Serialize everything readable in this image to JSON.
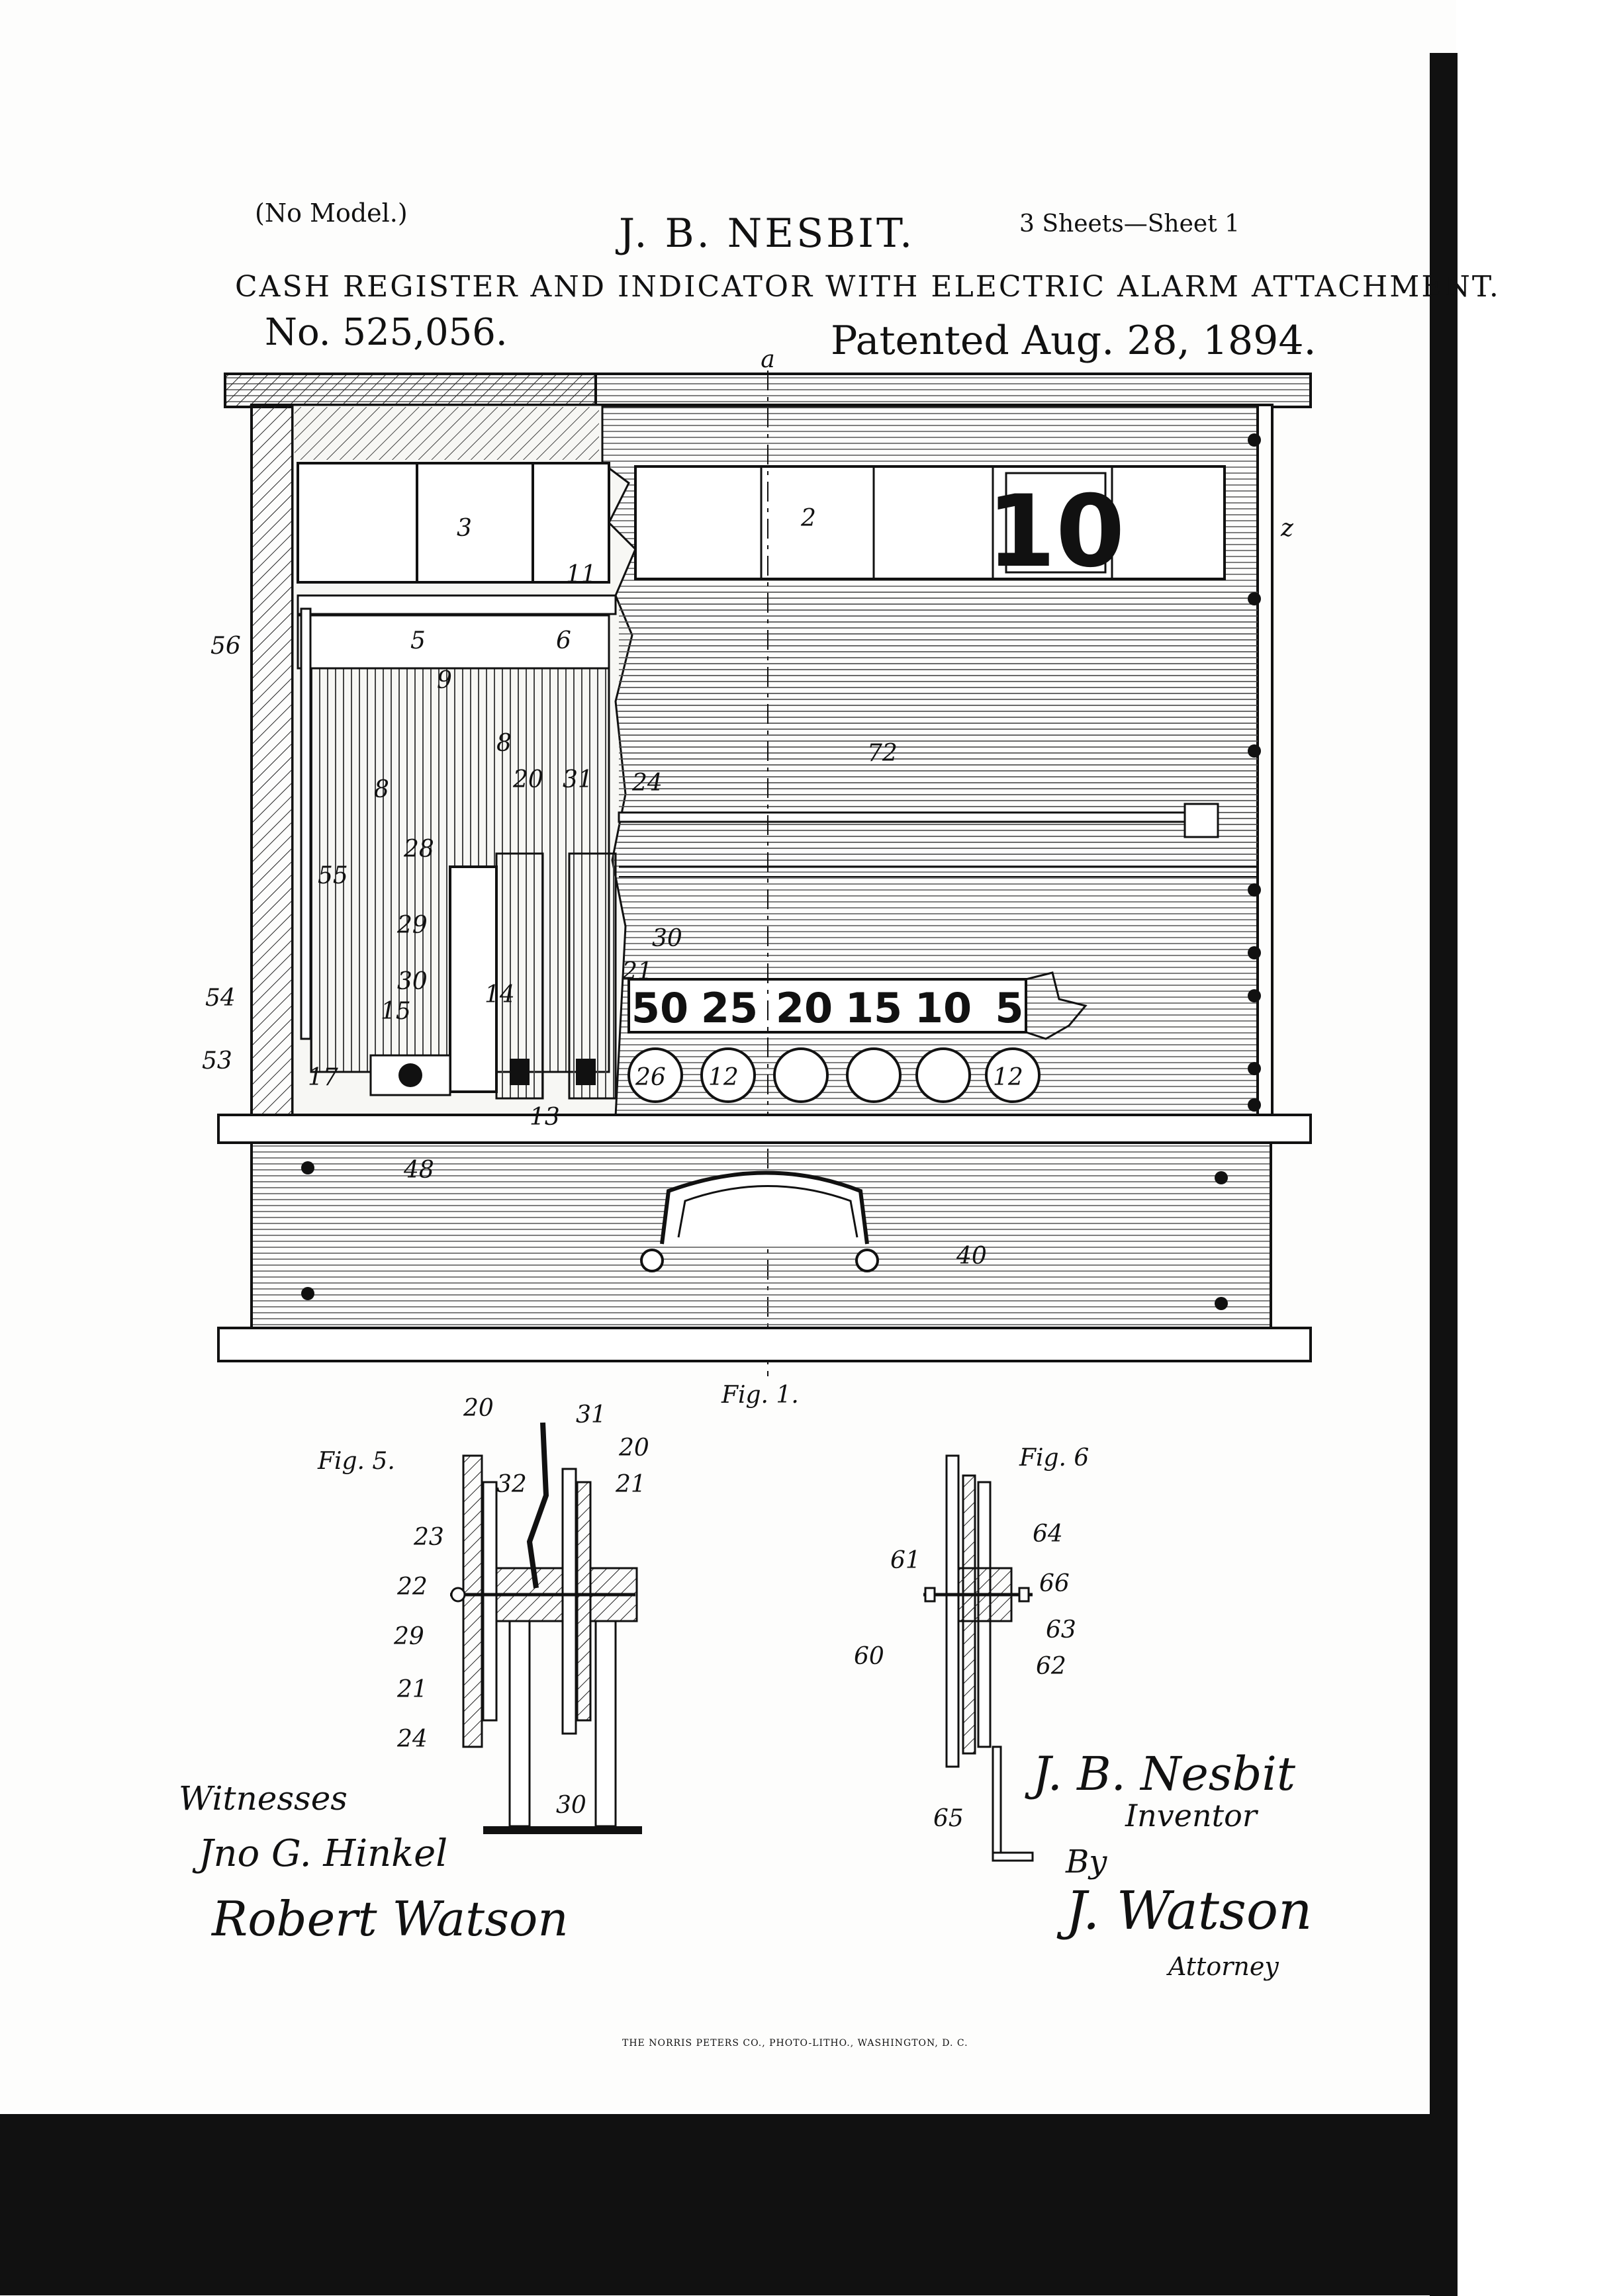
{
  "header": {
    "model": "(No Model.)",
    "sheets": "3 Sheets—Sheet 1",
    "inventor": "J. B. NESBIT.",
    "title": "CASH REGISTER AND INDICATOR WITH ELECTRIC ALARM ATTACHMENT.",
    "number": "No. 525,056.",
    "patented": "Patented Aug. 28, 1894."
  },
  "figures": {
    "fig1": "Fig. 1.",
    "fig5": "Fig. 5.",
    "fig6": "Fig. 6"
  },
  "indicator": {
    "display": "10",
    "amounts": [
      "50",
      "25",
      "20",
      "15",
      "10",
      "5"
    ],
    "section_mark": "a"
  },
  "fig1_labels": {
    "l2": "2",
    "l3": "3",
    "l5": "5",
    "l6": "6",
    "l8a": "8",
    "l8b": "8",
    "l9": "9",
    "l11": "11",
    "l12a": "12",
    "l12b": "12",
    "l13": "13",
    "l14": "14",
    "l15": "15",
    "l17": "17",
    "l20": "20",
    "l21": "21",
    "l24": "24",
    "l26": "26",
    "l28": "28",
    "l29": "29",
    "l30a": "30",
    "l30b": "30",
    "l31": "31",
    "l40": "40",
    "l48": "48",
    "l53": "53",
    "l54": "54",
    "l55": "55",
    "l56": "56",
    "l72": "72",
    "lz": "z"
  },
  "fig5_labels": {
    "l20a": "20",
    "l31": "31",
    "l20b": "20",
    "l32": "32",
    "l21a": "21",
    "l23": "23",
    "l22": "22",
    "l29": "29",
    "l21b": "21",
    "l24": "24",
    "l30": "30"
  },
  "fig6_labels": {
    "l61": "61",
    "l64": "64",
    "l66": "66",
    "l60": "60",
    "l63": "63",
    "l62": "62",
    "l65": "65"
  },
  "signatures": {
    "witnesses": "Witnesses",
    "witness1": "Jno G. Hinkel",
    "witness2": "Robert Watson",
    "inventor_sig": "J. B. Nesbit",
    "inventor_label": "Inventor",
    "by": "By",
    "attorney_sig": "J. Watson",
    "attorney_label": "Attorney"
  },
  "footer": {
    "printer": "THE NORRIS PETERS CO., PHOTO-LITHO., WASHINGTON, D. C."
  }
}
